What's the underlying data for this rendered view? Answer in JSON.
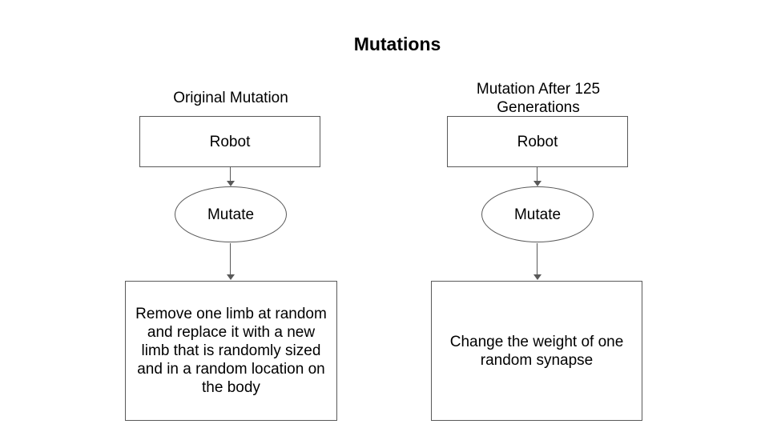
{
  "title": "Mutations",
  "diagram": {
    "columns": [
      {
        "heading": "Original Mutation",
        "nodes": {
          "source": "Robot",
          "process": "Mutate",
          "result": "Remove one limb at random\nand replace it with a new\nlimb that is randomly sized\nand in a random location on\nthe body"
        }
      },
      {
        "heading": "Mutation After 125\nGenerations",
        "nodes": {
          "source": "Robot",
          "process": "Mutate",
          "result": "Change the weight of one\nrandom synapse"
        }
      }
    ]
  },
  "colors": {
    "border": "#595959",
    "text": "#000000",
    "background": "#ffffff"
  }
}
